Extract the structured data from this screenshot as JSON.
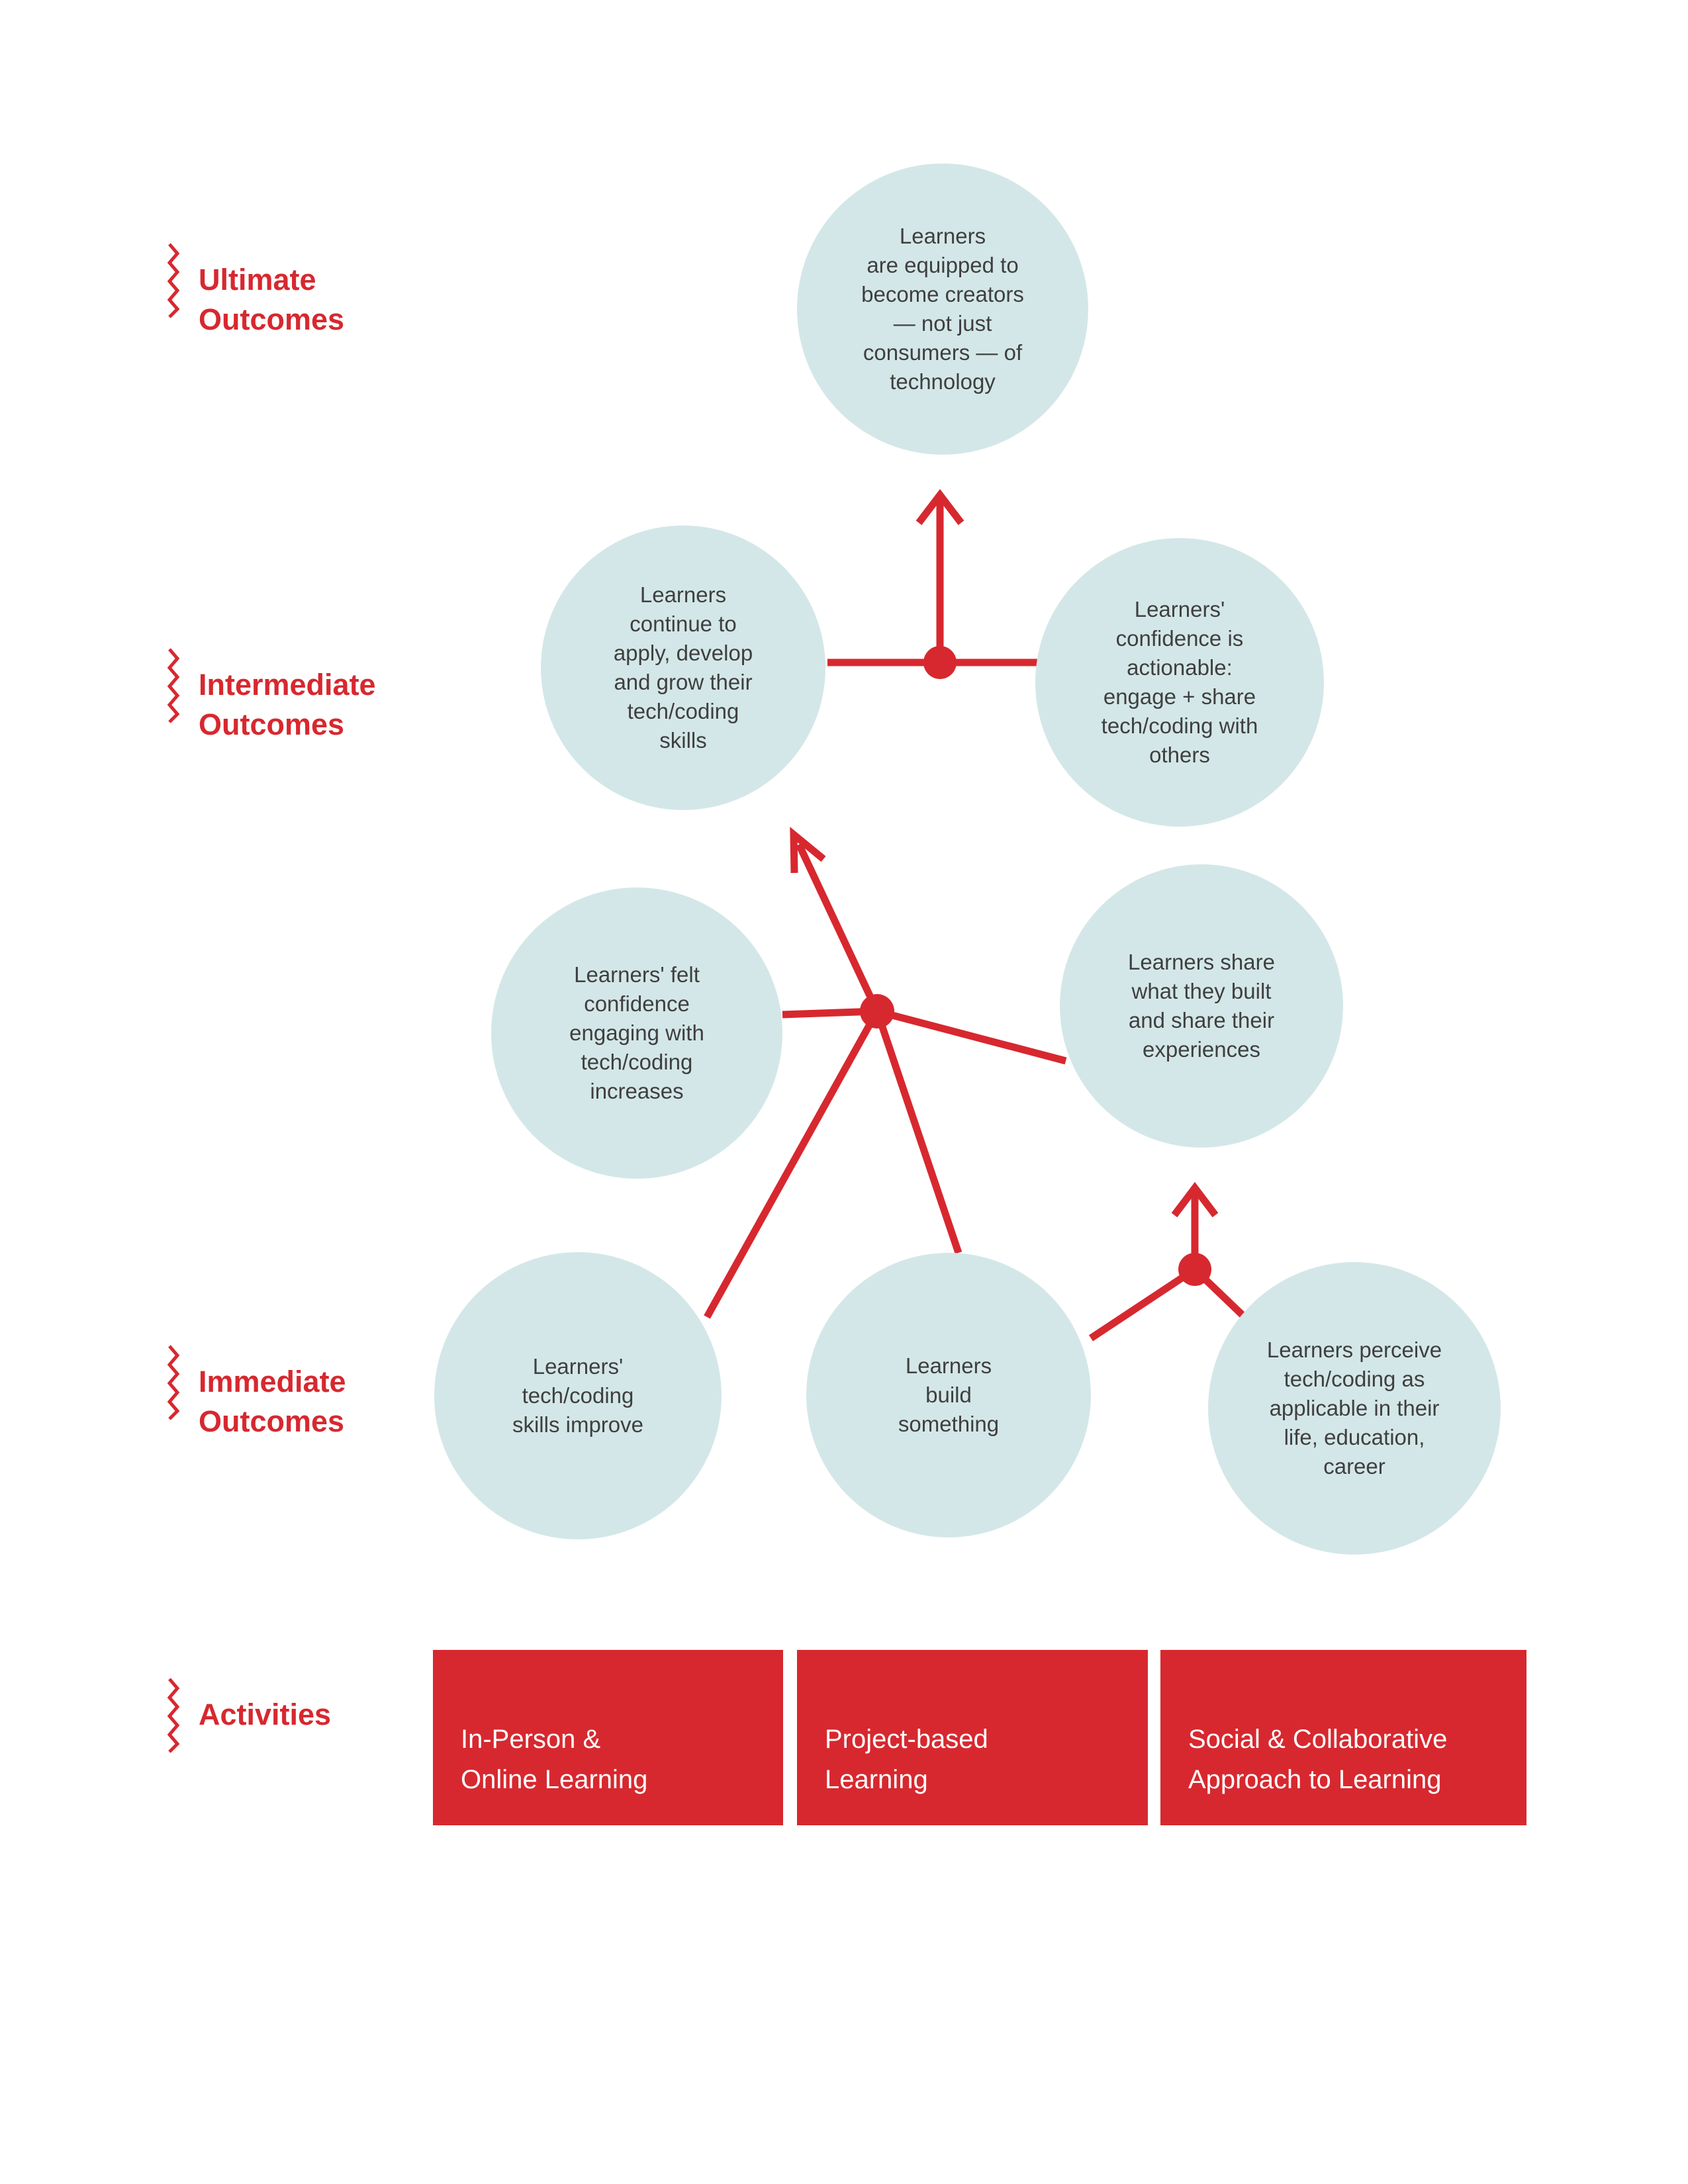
{
  "colors": {
    "accent_red": "#d7282f",
    "circle_fill": "#d4e7e8",
    "circle_text": "#3f3f3f",
    "box_text": "#ffffff",
    "background": "#ffffff"
  },
  "sections": {
    "ultimate": {
      "label": "Ultimate\nOutcomes"
    },
    "intermediate": {
      "label": "Intermediate\nOutcomes"
    },
    "immediate": {
      "label": "Immediate\nOutcomes"
    },
    "activities": {
      "label": "Activities"
    }
  },
  "circles": {
    "ultimate": {
      "text": "Learners\nare equipped to\nbecome creators\n— not just\nconsumers — of\ntechnology"
    },
    "continue": {
      "text": "Learners\ncontinue to\napply, develop\nand grow their\ntech/coding\nskills"
    },
    "confidence": {
      "text": "Learners'\nconfidence is\nactionable:\nengage + share\ntech/coding with\nothers"
    },
    "felt": {
      "text": "Learners' felt\nconfidence\nengaging with\ntech/coding\nincreases"
    },
    "share": {
      "text": "Learners share\nwhat they built\nand share their\nexperiences"
    },
    "skills": {
      "text": "Learners'\ntech/coding\nskills improve"
    },
    "build": {
      "text": "Learners\nbuild\nsomething"
    },
    "perceive": {
      "text": "Learners perceive\ntech/coding as\napplicable in their\nlife, education,\ncareer"
    }
  },
  "activities": {
    "boxes": [
      {
        "label": "In-Person &\nOnline Learning"
      },
      {
        "label": "Project-based\nLearning"
      },
      {
        "label": "Social & Collaborative\nApproach to Learning"
      }
    ]
  }
}
